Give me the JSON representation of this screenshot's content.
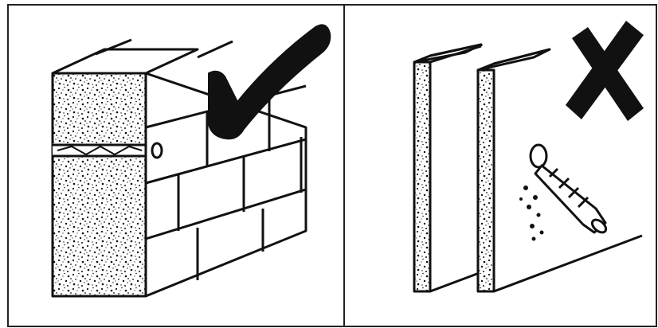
{
  "panels": [
    {
      "id": "left",
      "verdict": "correct",
      "verdict_icon": "checkmark-icon",
      "subject": "solid-brick-wall-with-anchor"
    },
    {
      "id": "right",
      "verdict": "incorrect",
      "verdict_icon": "cross-icon",
      "subject": "thin-panels-with-wall-plug"
    }
  ],
  "colors": {
    "ink": "#111111",
    "paper": "#ffffff",
    "frame": "#222222"
  }
}
